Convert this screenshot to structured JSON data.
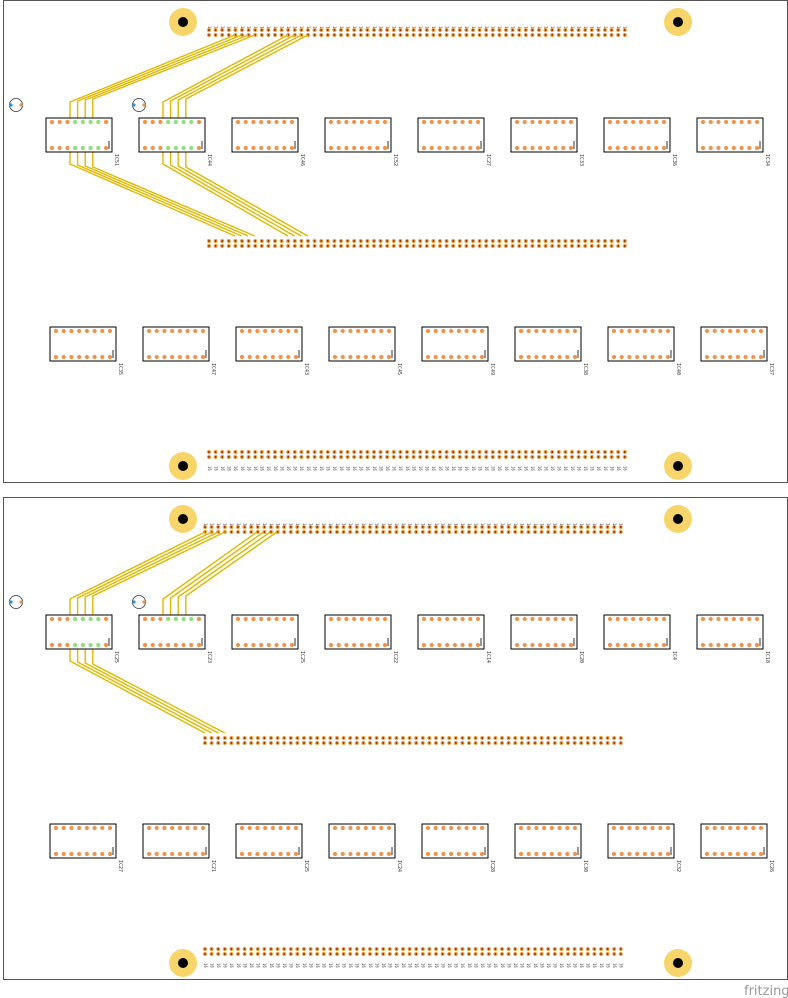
{
  "app": {
    "watermark": "fritzing"
  },
  "colors": {
    "board_stroke": "#555555",
    "mount_ring": "#f7d56b",
    "mount_hole": "#000000",
    "pad": "#f2934a",
    "pad_active": "#8ee07a",
    "header_pad": "#f0a24a",
    "header_center": "#6b1d00",
    "trace": "#e2b800",
    "ic_outline": "#000000",
    "marker": "#2196f3"
  },
  "boards": [
    {
      "id": "board-a",
      "row1_labels": [
        "IC51",
        "IC44",
        "IC46",
        "IC52",
        "IC27",
        "IC33",
        "IC36",
        "IC34"
      ],
      "row2_labels": [
        "IC35",
        "IC47",
        "IC43",
        "IC45",
        "IC49",
        "IC38",
        "IC40",
        "IC37"
      ],
      "top_header_number": "1",
      "bottom_header_number": "16"
    },
    {
      "id": "board-b",
      "row1_labels": [
        "IC25",
        "IC23",
        "IC25",
        "IC22",
        "IC14",
        "IC20",
        "IC4",
        "IC18"
      ],
      "row2_labels": [
        "IC27",
        "IC21",
        "IC25",
        "IC24",
        "IC28",
        "IC30",
        "IC32",
        "IC26"
      ],
      "top_header_number": "1",
      "bottom_header_number": "16"
    }
  ]
}
